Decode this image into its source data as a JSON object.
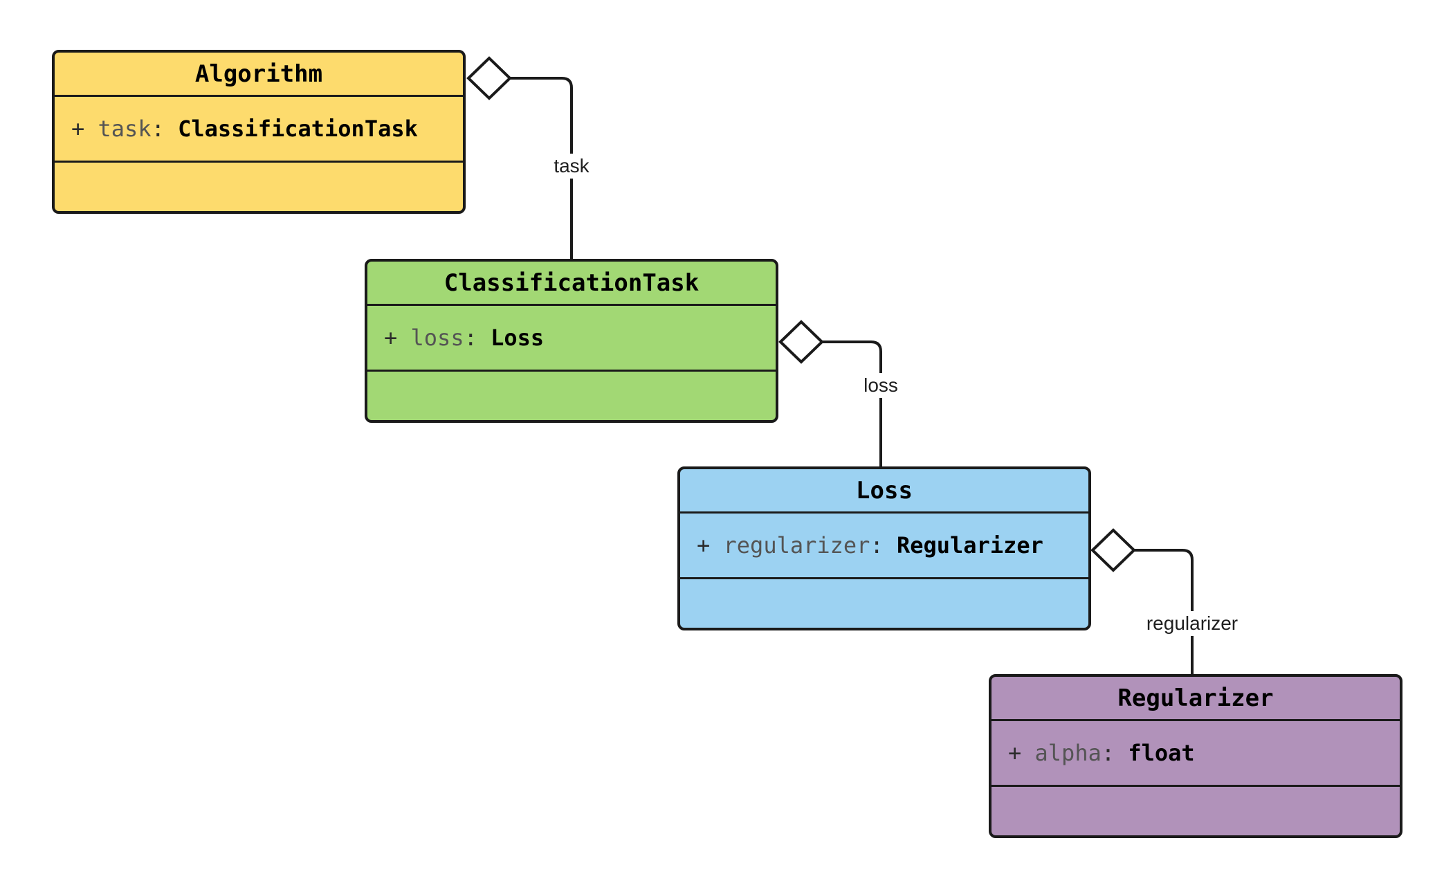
{
  "diagram": {
    "kind": "uml-class-diagram",
    "background": "#ffffff",
    "line_color": "#1a1a1a",
    "diamond_fill": "#ffffff"
  },
  "classes": [
    {
      "name": "Algorithm",
      "fill": "#FDDB6D",
      "attribute": {
        "visibility": "+",
        "name": "task",
        "colon": ":",
        "type": "ClassificationTask"
      }
    },
    {
      "name": "ClassificationTask",
      "fill": "#A2D874",
      "attribute": {
        "visibility": "+",
        "name": "loss",
        "colon": ":",
        "type": "Loss"
      }
    },
    {
      "name": "Loss",
      "fill": "#9CD2F2",
      "attribute": {
        "visibility": "+",
        "name": "regularizer",
        "colon": ":",
        "type": "Regularizer"
      }
    },
    {
      "name": "Regularizer",
      "fill": "#B192BA",
      "attribute": {
        "visibility": "+",
        "name": "alpha",
        "colon": ":",
        "type": "float"
      }
    }
  ],
  "relationships": [
    {
      "from": "Algorithm",
      "to": "ClassificationTask",
      "kind": "aggregation",
      "label": "task"
    },
    {
      "from": "ClassificationTask",
      "to": "Loss",
      "kind": "aggregation",
      "label": "loss"
    },
    {
      "from": "Loss",
      "to": "Regularizer",
      "kind": "aggregation",
      "label": "regularizer"
    }
  ]
}
